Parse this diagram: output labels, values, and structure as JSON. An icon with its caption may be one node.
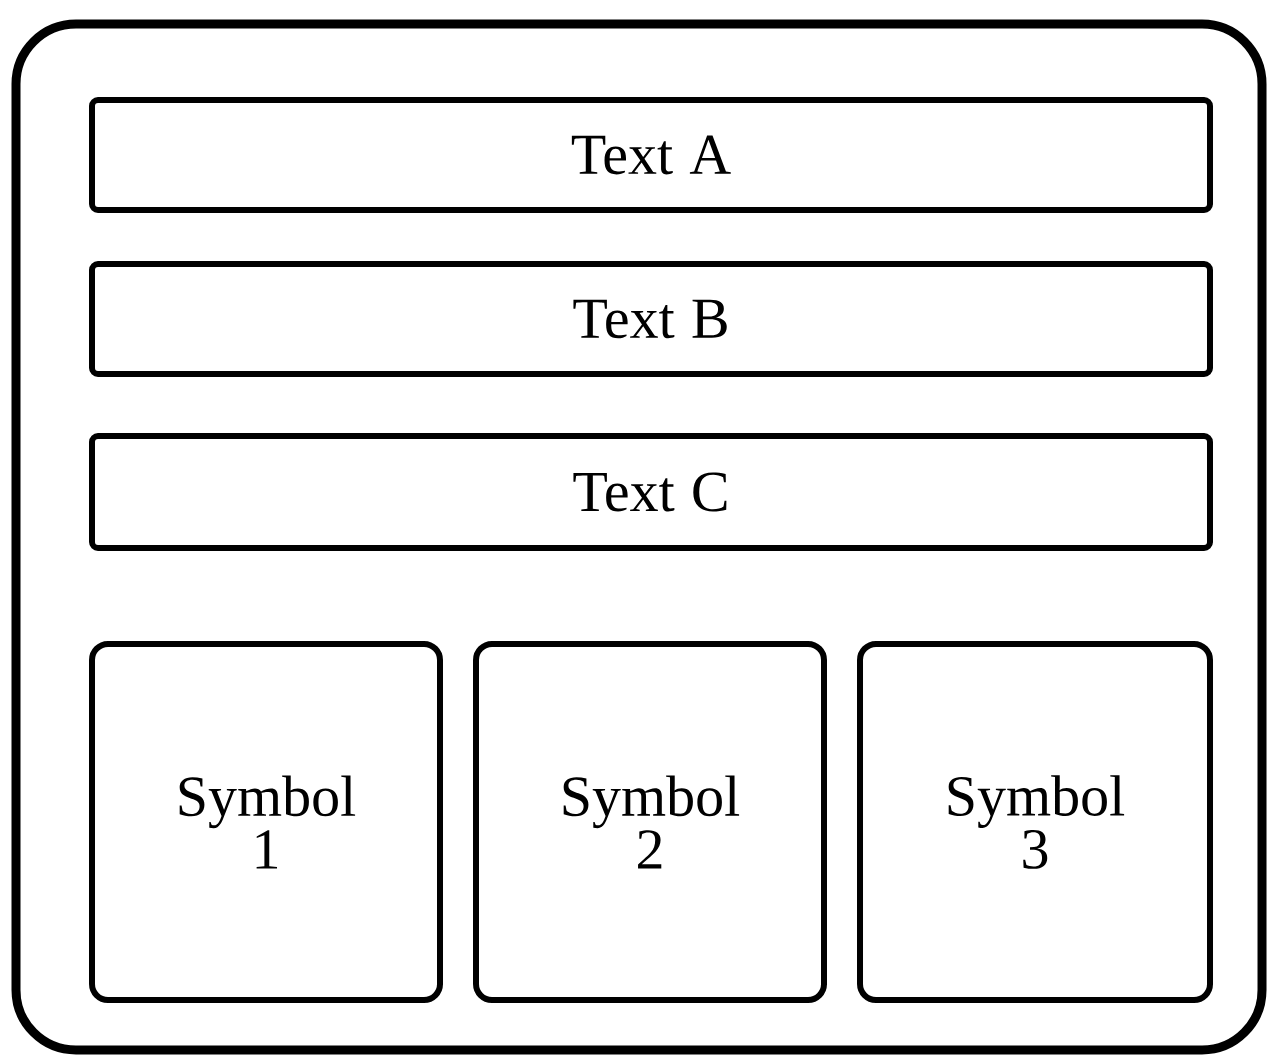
{
  "diagram": {
    "nodes": [
      {
        "text": [],
        "shape": "box"
      },
      {
        "text": [
          "Text A"
        ],
        "in": 0
      },
      {
        "text": [
          "Text B"
        ],
        "in": 0
      },
      {
        "text": [
          "Text C"
        ],
        "in": 0
      },
      {
        "text": [
          "Symbol 1"
        ],
        "in": 0
      },
      {
        "text": [
          "Symbol 2"
        ],
        "in": 0
      },
      {
        "text": [
          "Symbol 3"
        ],
        "in": 0
      }
    ]
  }
}
